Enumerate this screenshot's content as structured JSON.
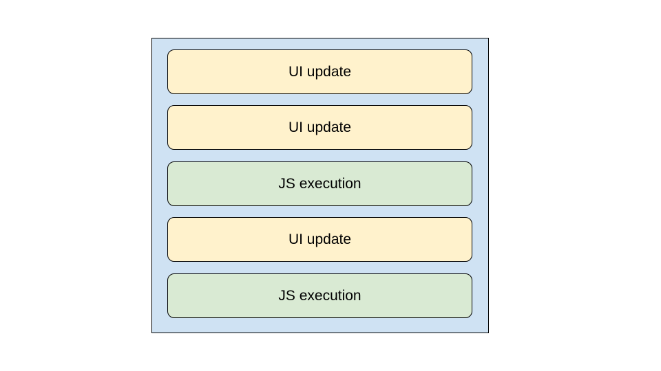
{
  "colors": {
    "queue_fill": "#cfe2f3",
    "ui_update_fill": "#fff2cc",
    "js_execution_fill": "#d9ead3"
  },
  "tasks": [
    {
      "label": "UI update",
      "kind": "ui_update"
    },
    {
      "label": "UI update",
      "kind": "ui_update"
    },
    {
      "label": "JS execution",
      "kind": "js_execution"
    },
    {
      "label": "UI update",
      "kind": "ui_update"
    },
    {
      "label": "JS execution",
      "kind": "js_execution"
    }
  ]
}
